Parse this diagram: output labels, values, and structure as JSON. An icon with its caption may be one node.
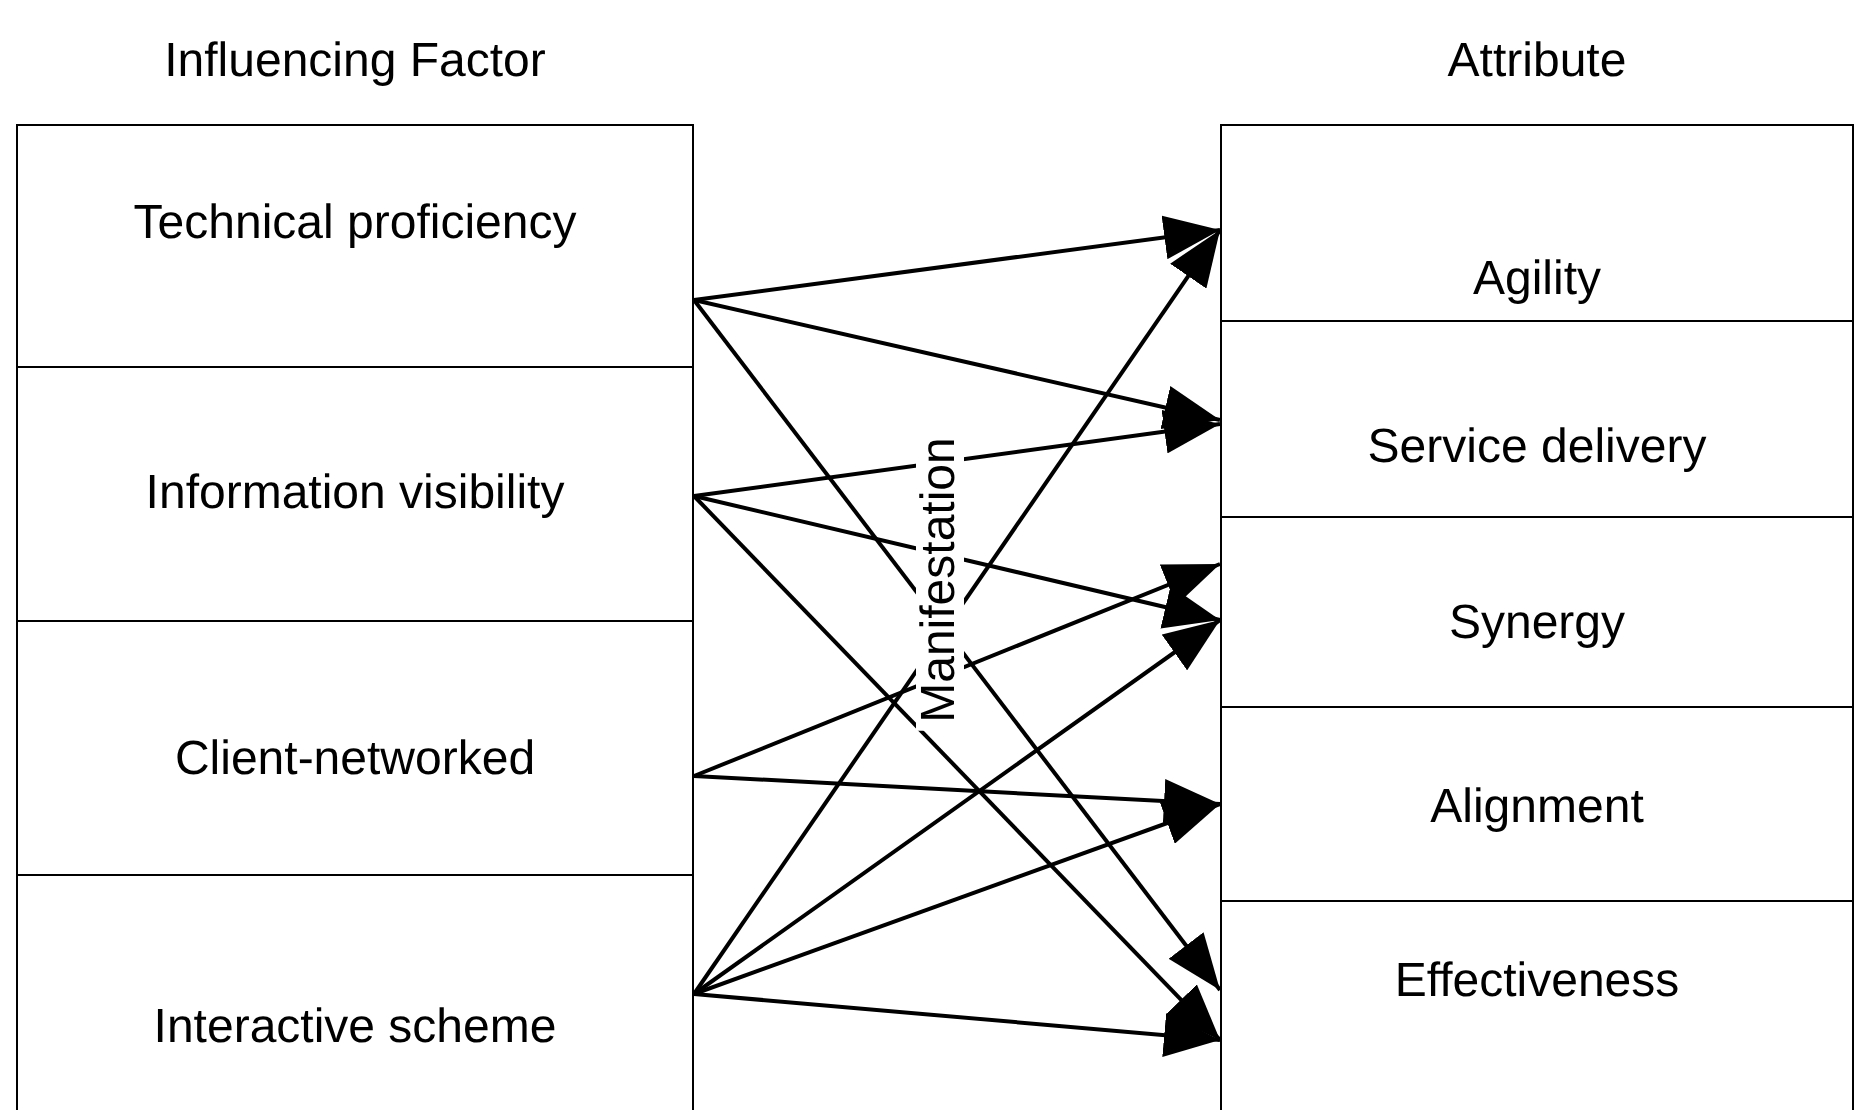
{
  "diagram": {
    "nodes": [
      {
        "text": [
          "Influencing Factor"
        ]
      },
      {
        "text": [
          "Technical proficiency"
        ],
        "in": 0
      },
      {
        "text": [
          "Information visibility"
        ],
        "in": 0
      },
      {
        "text": [
          "Client-networked"
        ],
        "in": 0
      },
      {
        "text": [
          "Interactive scheme"
        ],
        "in": 0
      },
      {
        "text": [
          "Attribute"
        ]
      },
      {
        "text": [
          "Agility"
        ],
        "in": 5
      },
      {
        "text": [
          "Service delivery"
        ],
        "in": 5
      },
      {
        "text": [
          "Synergy"
        ],
        "in": 5
      },
      {
        "text": [
          "Alignment"
        ],
        "in": 5
      },
      {
        "text": [
          "Effectiveness"
        ],
        "in": 5
      }
    ],
    "edges": [
      {
        "from": 1,
        "to": 6,
        "arrow": "to"
      },
      {
        "from": 1,
        "to": 7,
        "arrow": "to"
      },
      {
        "from": 1,
        "to": 10,
        "arrow": "to"
      },
      {
        "from": 2,
        "to": 7,
        "arrow": "to"
      },
      {
        "from": 2,
        "to": 8,
        "arrow": "to"
      },
      {
        "from": 2,
        "to": 10,
        "arrow": "to"
      },
      {
        "from": 3,
        "to": 8,
        "arrow": "to"
      },
      {
        "from": 3,
        "to": 9,
        "arrow": "to"
      },
      {
        "from": 4,
        "to": 6,
        "arrow": "to"
      },
      {
        "from": 4,
        "to": 8,
        "arrow": "to"
      },
      {
        "from": 4,
        "to": 9,
        "arrow": "to"
      },
      {
        "from": 4,
        "to": 10,
        "arrow": "to"
      }
    ],
    "labels": [
      "Manifestation"
    ]
  }
}
